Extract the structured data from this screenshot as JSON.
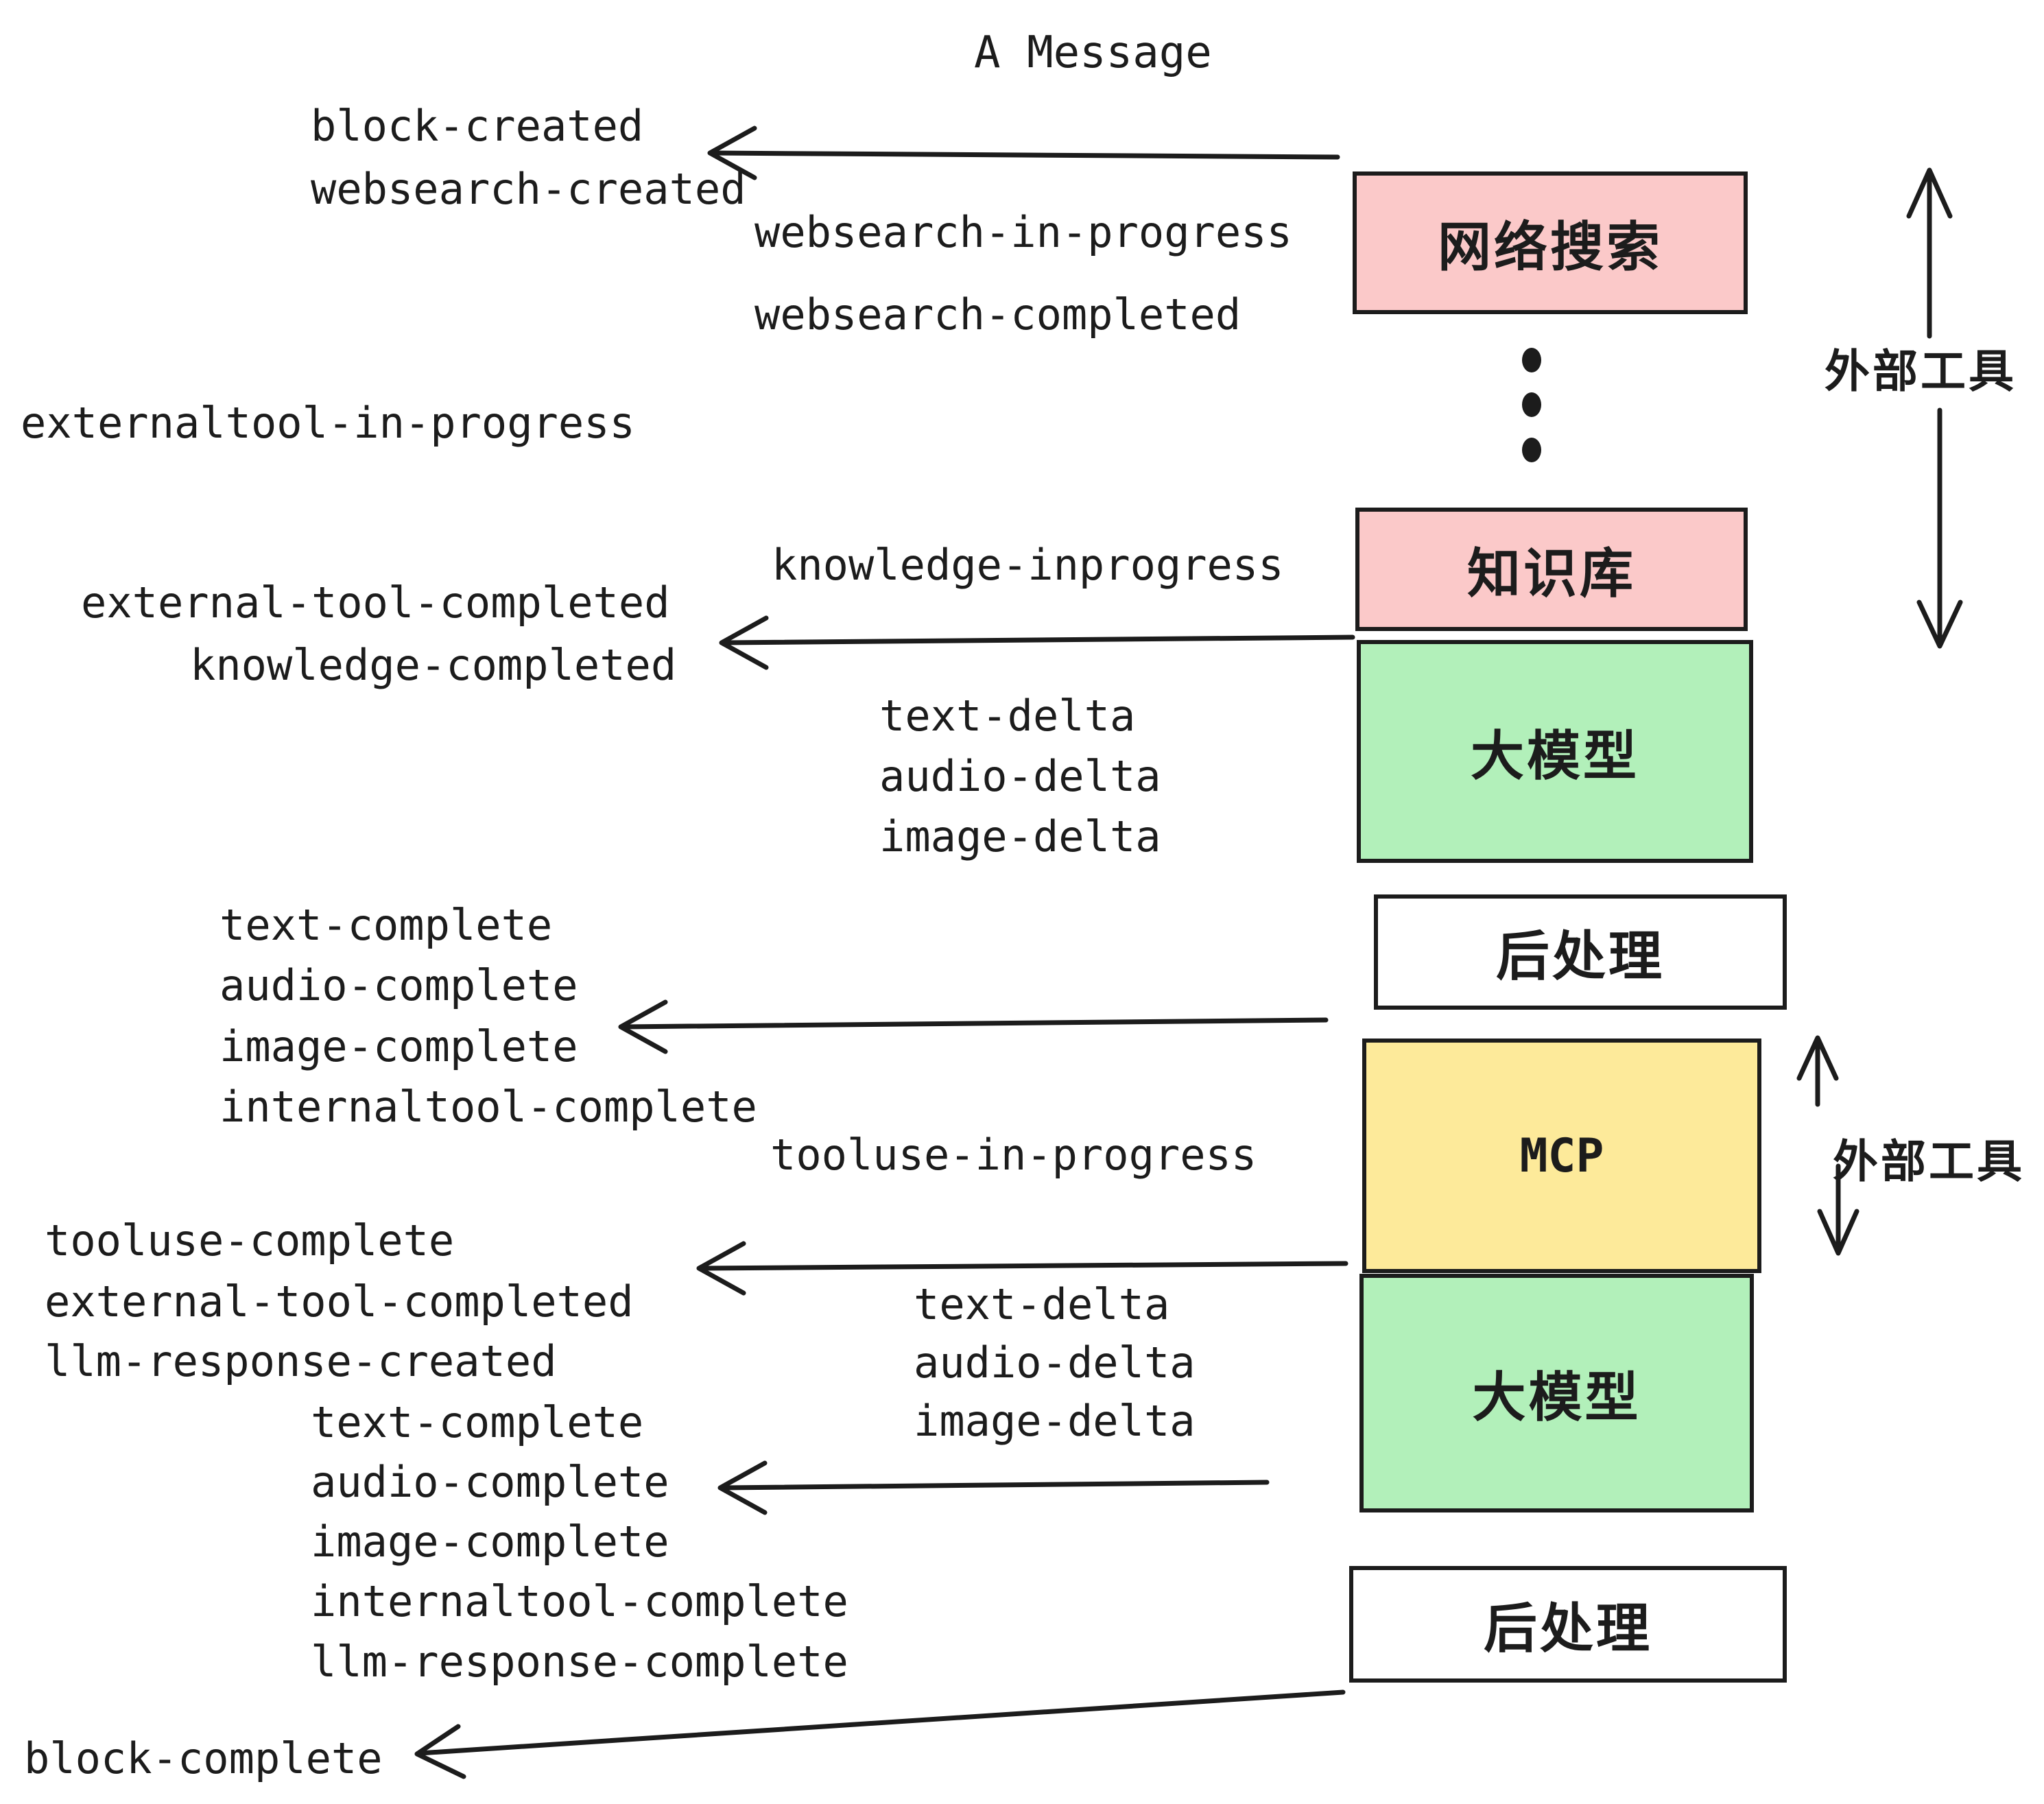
{
  "title": "A Message",
  "colors": {
    "pink": "#fbc9c9",
    "green": "#b2f0ba",
    "yellow": "#fdea9a",
    "white": "#ffffff",
    "ink": "#1c1c1c"
  },
  "boxes": {
    "websearch": "网络搜索",
    "knowledge": "知识库",
    "llm": "大模型",
    "postprocess": "后处理",
    "mcp": "MCP"
  },
  "side_label": "外部工具",
  "events": {
    "block_created": "block-created",
    "websearch_created": "websearch-created",
    "websearch_in_progress": "websearch-in-progress",
    "websearch_completed": "websearch-completed",
    "externaltool_in_progress": "externaltool-in-progress",
    "knowledge_inprogress": "knowledge-inprogress",
    "external_tool_completed": "external-tool-completed",
    "knowledge_completed": "knowledge-completed",
    "text_delta": "text-delta",
    "audio_delta": "audio-delta",
    "image_delta": "image-delta",
    "text_complete": "text-complete",
    "audio_complete": "audio-complete",
    "image_complete": "image-complete",
    "internaltool_complete": "internaltool-complete",
    "tooluse_in_progress": "tooluse-in-progress",
    "tooluse_complete": "tooluse-complete",
    "llm_response_created": "llm-response-created",
    "llm_response_complete": "llm-response-complete",
    "block_complete": "block-complete"
  }
}
